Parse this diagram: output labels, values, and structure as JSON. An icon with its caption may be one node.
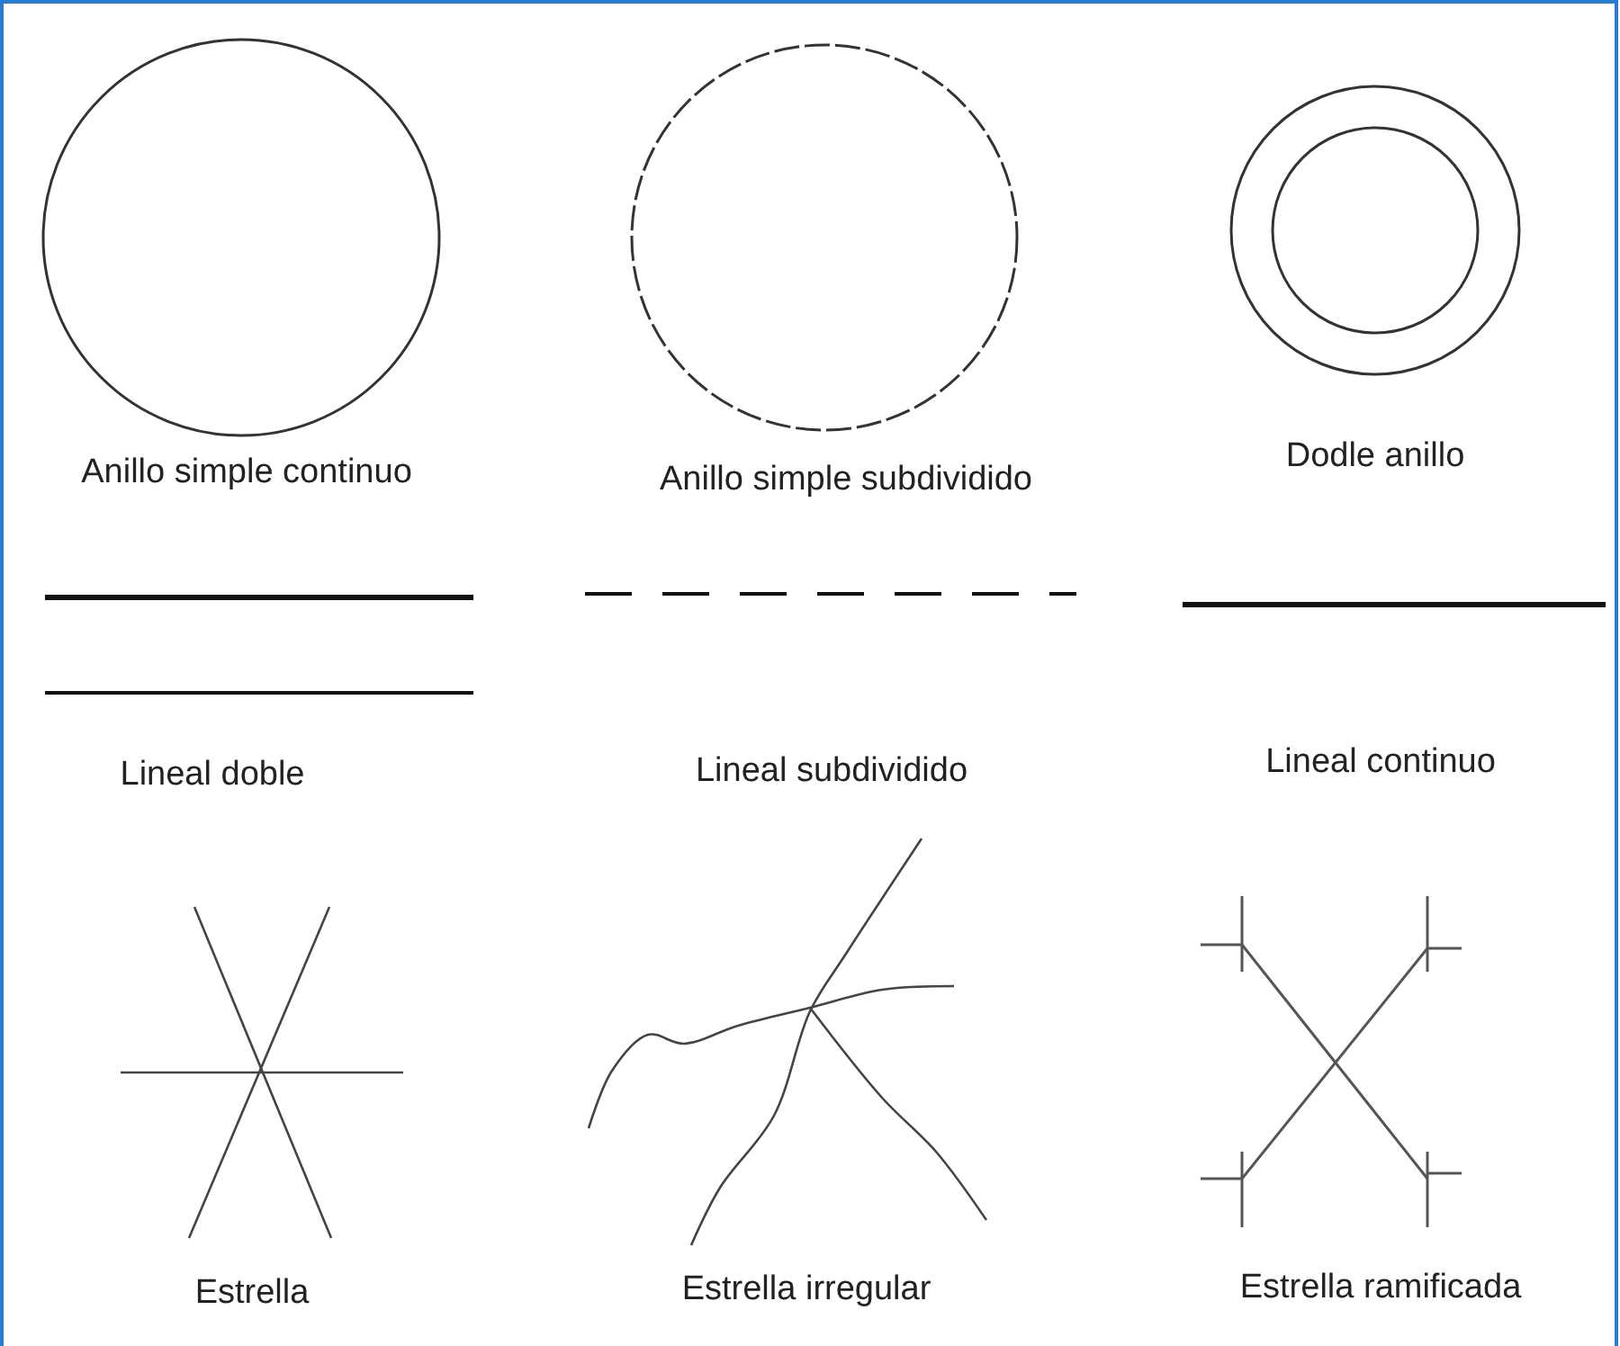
{
  "diagram": {
    "labels": [
      "Anillo simple continuo",
      "Anillo simple subdividido",
      "Dodle anillo",
      "Lineal doble",
      "Lineal subdividido",
      "Lineal continuo",
      "Estrella",
      "Estrella irregular",
      "Estrella ramificada"
    ]
  }
}
